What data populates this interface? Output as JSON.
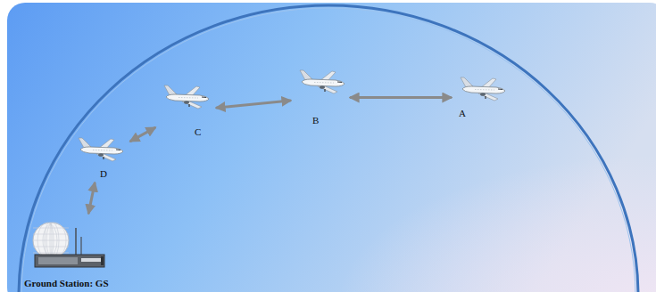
{
  "diagram": {
    "nodes": [
      {
        "text": [
          "A"
        ]
      },
      {
        "text": [
          "B"
        ]
      },
      {
        "text": [
          "C"
        ]
      },
      {
        "text": [
          "D"
        ]
      },
      {
        "text": [
          "Ground Station: GS"
        ]
      }
    ],
    "edges": [
      {
        "from": 0,
        "to": 1,
        "arrow": "both"
      },
      {
        "from": 1,
        "to": 2,
        "arrow": "both"
      },
      {
        "from": 2,
        "to": 3,
        "arrow": "both"
      },
      {
        "from": 3,
        "to": 4,
        "arrow": "both"
      }
    ]
  }
}
